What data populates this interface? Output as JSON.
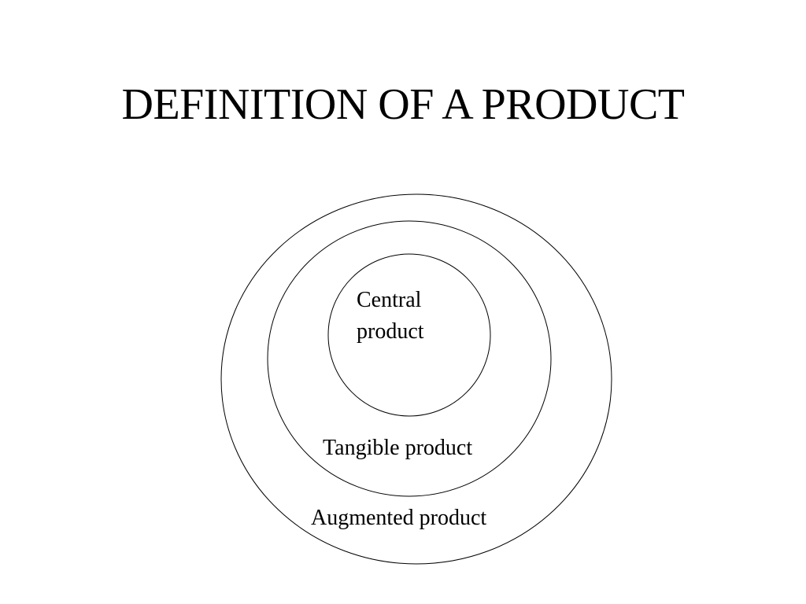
{
  "slide": {
    "title": "DEFINITION OF A PRODUCT"
  },
  "diagram": {
    "layers": {
      "central": {
        "line1": "Central",
        "line2": "product"
      },
      "tangible": {
        "label": "Tangible product"
      },
      "augmented": {
        "label": "Augmented product"
      }
    }
  }
}
